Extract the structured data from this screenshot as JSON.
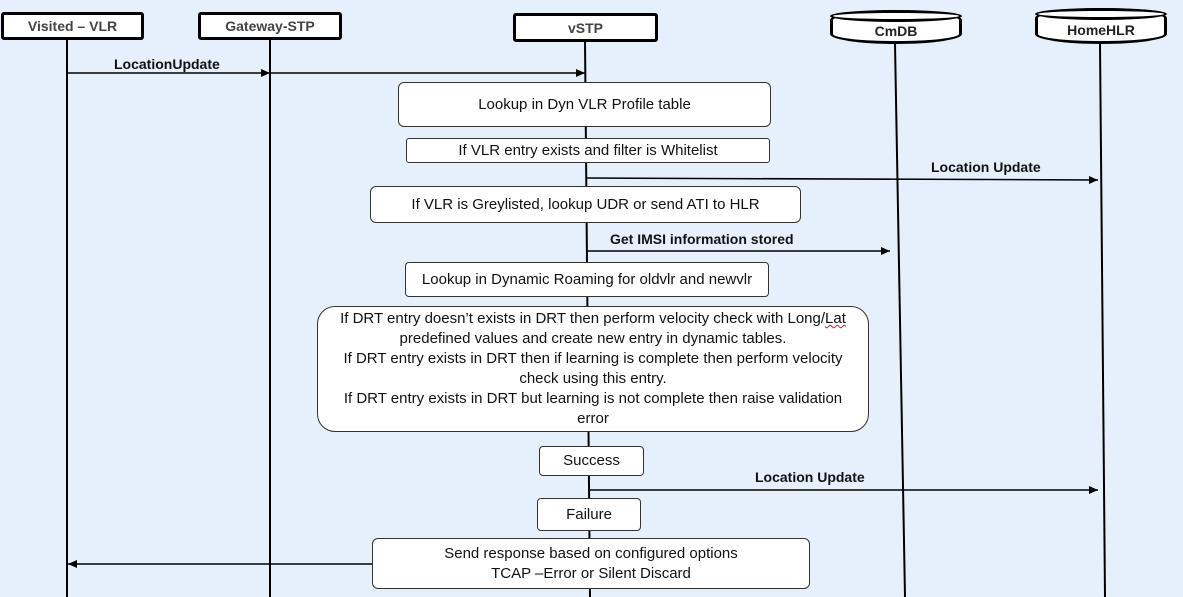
{
  "actors": {
    "visited_vlr": "Visited – VLR",
    "gateway_stp": "Gateway-STP",
    "vstp": "vSTP",
    "cmdb": "CmDB",
    "home_hlr": "HomeHLR"
  },
  "messages": {
    "location_update_1": "LocationUpdate",
    "location_update_2": "Location Update",
    "get_imsi": "Get IMSI information stored",
    "location_update_3": "Location Update"
  },
  "boxes": {
    "lookup_dyn_vlr": "Lookup in Dyn VLR Profile table",
    "whitelist": "If VLR entry exists and filter is Whitelist",
    "greylisted": "If VLR is Greylisted, lookup UDR or send ATI to HLR",
    "lookup_dynamic_roaming": "Lookup in Dynamic Roaming for oldvlr and newvlr",
    "drt": {
      "line1_prefix": "If DRT entry doesn’t exists in DRT then perform velocity check with Long/",
      "line1_marked": "Lat",
      "line2": "predefined values and create new entry in dynamic tables.",
      "line3": "If DRT entry exists in DRT then if learning is complete then perform velocity",
      "line4": "check using this entry.",
      "line5": "If DRT entry exists in DRT but learning is not complete then raise validation",
      "line6": "error"
    },
    "success": "Success",
    "failure": "Failure",
    "send_response": {
      "line1": "Send response based on configured options",
      "line2": "TCAP –Error or Silent Discard"
    }
  },
  "colors": {
    "background": "#e6f0fc",
    "line": "#000000"
  }
}
